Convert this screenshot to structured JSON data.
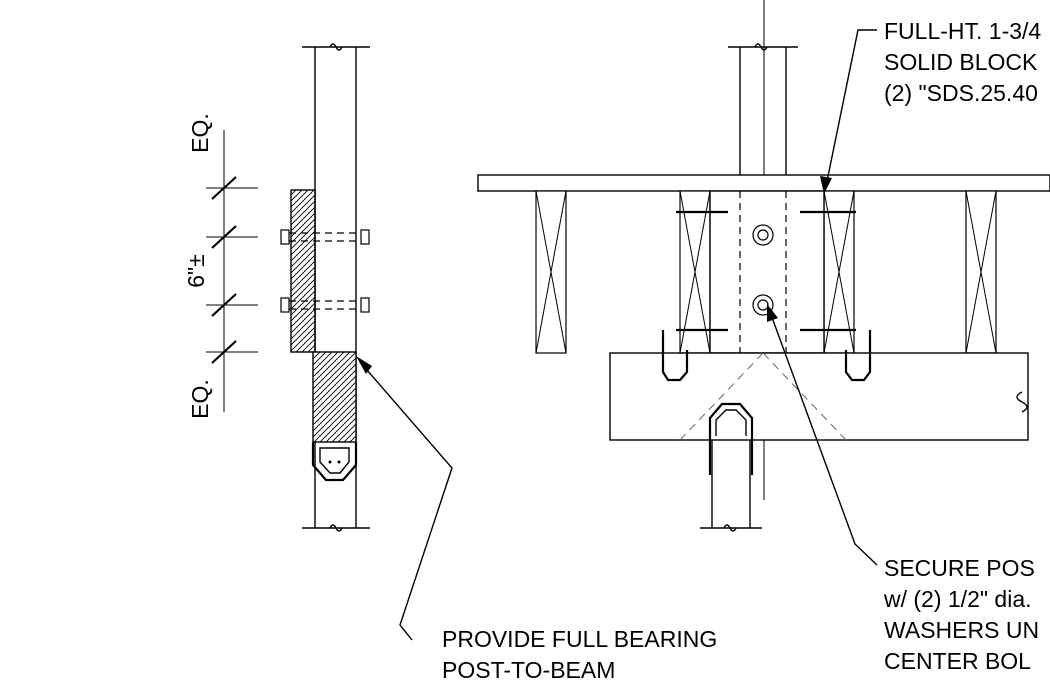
{
  "dimensions": {
    "top_label": "EQ.",
    "middle_label": "6\"±",
    "bottom_label": "EQ."
  },
  "callouts": {
    "block": {
      "lines": [
        "FULL-HT. 1-3/4",
        "SOLID BLOCK",
        "(2) \"SDS.25.40"
      ]
    },
    "secure": {
      "lines": [
        "SECURE POS",
        "w/ (2) 1/2\" dia.",
        "WASHERS UN",
        "CENTER BOL"
      ]
    },
    "bearing": {
      "lines": [
        "PROVIDE FULL BEARING",
        "POST-TO-BEAM"
      ]
    }
  }
}
